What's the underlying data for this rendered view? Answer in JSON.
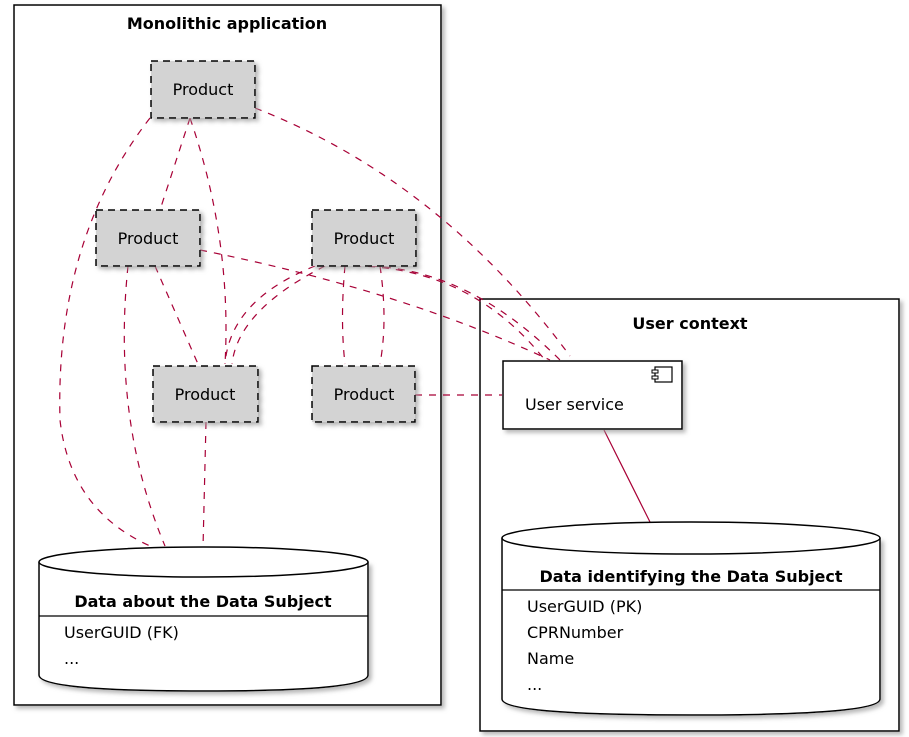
{
  "monolith": {
    "title": "Monolithic application",
    "products": [
      {
        "label": "Product"
      },
      {
        "label": "Product"
      },
      {
        "label": "Product"
      },
      {
        "label": "Product"
      },
      {
        "label": "Product"
      }
    ],
    "database": {
      "title": "Data about the Data Subject",
      "fields": [
        "UserGUID (FK)",
        "..."
      ]
    }
  },
  "user_context": {
    "title": "User context",
    "service": {
      "label": "User service",
      "icon": "component-icon"
    },
    "database": {
      "title": "Data identifying the Data Subject",
      "fields": [
        "UserGUID (PK)",
        "CPRNumber",
        "Name",
        "..."
      ]
    }
  },
  "colors": {
    "dependency_line": "#A80036",
    "product_fill": "#D3D3D3",
    "shadow": "#B0B0B0"
  }
}
